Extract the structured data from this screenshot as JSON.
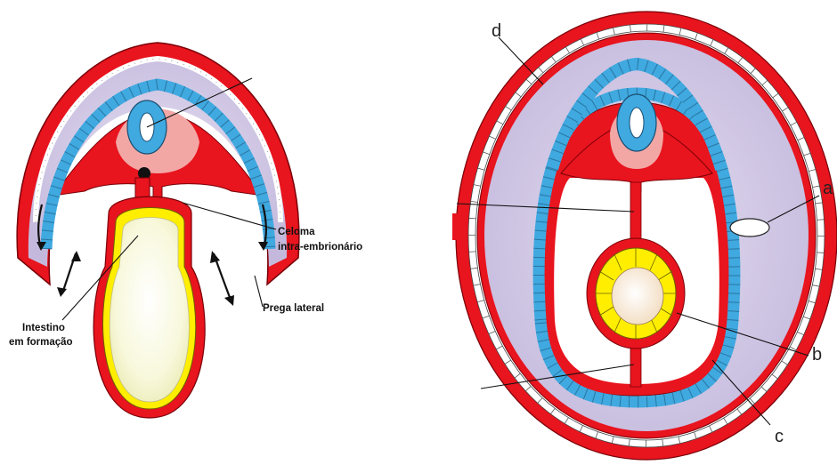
{
  "left_diagram": {
    "labels": {
      "celoma_line1": "Celoma",
      "celoma_line2": "intra-embrionário",
      "prega_lateral": "Prega lateral",
      "intestino_line1": "Intestino",
      "intestino_line2": "em formação"
    }
  },
  "right_diagram": {
    "labels": {
      "a": "a",
      "b": "b",
      "c": "c",
      "d": "d"
    }
  },
  "colors": {
    "red": "#e8141e",
    "lavender": "#cfc5e4",
    "blue_cells": "#3fa9e0",
    "pink": "#f2a7a5",
    "yellow": "#ffee00",
    "yolk": "#fafae0"
  }
}
